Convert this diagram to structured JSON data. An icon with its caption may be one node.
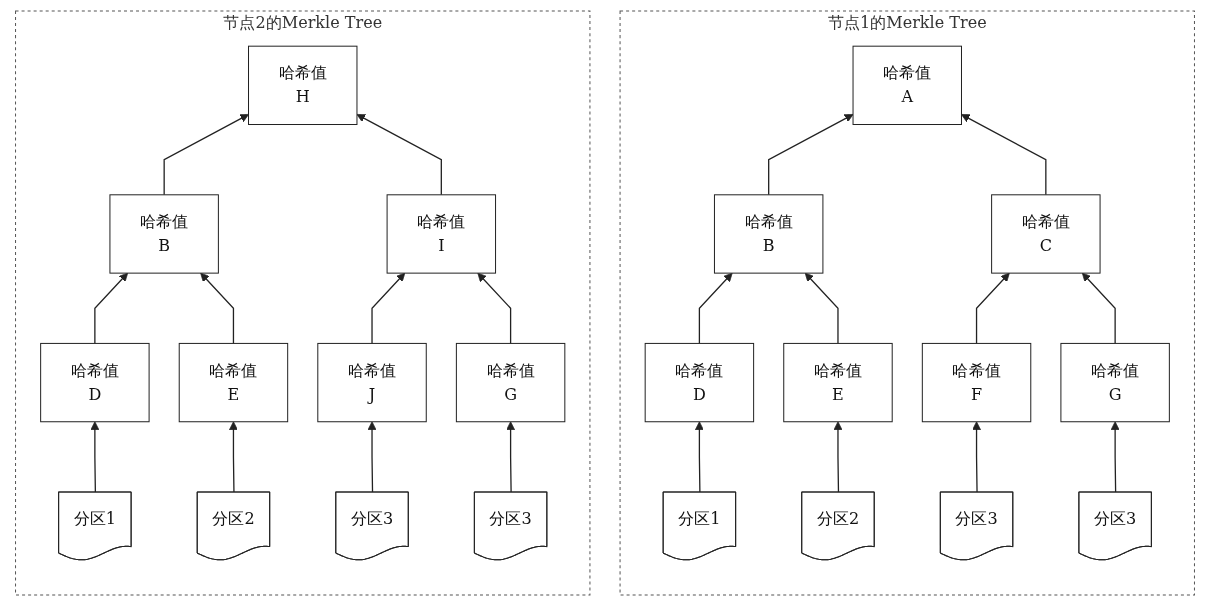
{
  "diagram": {
    "nodes": [
      {
        "text": [
          "节点1的Merkle Tree"
        ]
      },
      {
        "text": [
          "哈希值",
          "A"
        ],
        "in": 0
      },
      {
        "text": [
          "哈希值",
          "B"
        ],
        "in": 0
      },
      {
        "text": [
          "哈希值",
          "C"
        ],
        "in": 0
      },
      {
        "text": [
          "哈希值",
          "D"
        ],
        "in": 0
      },
      {
        "text": [
          "哈希值",
          "E"
        ],
        "in": 0
      },
      {
        "text": [
          "哈希值",
          "F"
        ],
        "in": 0
      },
      {
        "text": [
          "哈希值",
          "G"
        ],
        "in": 0
      },
      {
        "text": [
          "分区1"
        ],
        "in": 0
      },
      {
        "text": [
          "分区2"
        ],
        "in": 0
      },
      {
        "text": [
          "分区3"
        ],
        "in": 0
      },
      {
        "text": [
          "分区3"
        ],
        "in": 0
      },
      {
        "text": [
          "节点2的Merkle Tree"
        ]
      },
      {
        "text": [
          "哈希值",
          "H"
        ],
        "in": 12
      },
      {
        "text": [
          "哈希值",
          "B"
        ],
        "in": 12
      },
      {
        "text": [
          "哈希值",
          "I"
        ],
        "in": 12
      },
      {
        "text": [
          "哈希值",
          "D"
        ],
        "in": 12
      },
      {
        "text": [
          "哈希值",
          "E"
        ],
        "in": 12
      },
      {
        "text": [
          "哈希值",
          "J"
        ],
        "in": 12
      },
      {
        "text": [
          "哈希值",
          "G"
        ],
        "in": 12
      },
      {
        "text": [
          "分区1"
        ],
        "in": 12
      },
      {
        "text": [
          "分区2"
        ],
        "in": 12
      },
      {
        "text": [
          "分区3"
        ],
        "in": 12
      },
      {
        "text": [
          "分区3"
        ],
        "in": 12
      }
    ],
    "edges": [
      {
        "from": 2,
        "to": 1,
        "arrow": "to"
      },
      {
        "from": 3,
        "to": 1,
        "arrow": "to"
      },
      {
        "from": 4,
        "to": 2,
        "arrow": "to"
      },
      {
        "from": 5,
        "to": 2,
        "arrow": "to"
      },
      {
        "from": 6,
        "to": 3,
        "arrow": "to"
      },
      {
        "from": 7,
        "to": 3,
        "arrow": "to"
      },
      {
        "from": 8,
        "to": 4,
        "arrow": "to"
      },
      {
        "from": 9,
        "to": 5,
        "arrow": "to"
      },
      {
        "from": 10,
        "to": 6,
        "arrow": "to"
      },
      {
        "from": 11,
        "to": 7,
        "arrow": "to"
      },
      {
        "from": 14,
        "to": 13,
        "arrow": "to"
      },
      {
        "from": 15,
        "to": 13,
        "arrow": "to"
      },
      {
        "from": 16,
        "to": 14,
        "arrow": "to"
      },
      {
        "from": 17,
        "to": 14,
        "arrow": "to"
      },
      {
        "from": 18,
        "to": 15,
        "arrow": "to"
      },
      {
        "from": 19,
        "to": 15,
        "arrow": "to"
      },
      {
        "from": 20,
        "to": 16,
        "arrow": "to"
      },
      {
        "from": 21,
        "to": 17,
        "arrow": "to"
      },
      {
        "from": 22,
        "to": 18,
        "arrow": "to"
      },
      {
        "from": 23,
        "to": 19,
        "arrow": "to"
      }
    ]
  }
}
